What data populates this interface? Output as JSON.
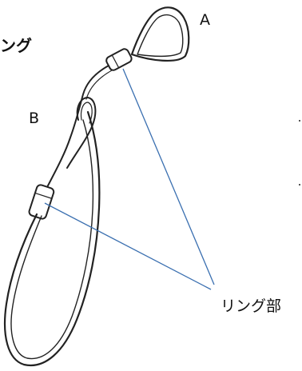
{
  "labels": {
    "title_fragment": "ング",
    "loop_a": "A",
    "loop_b": "B",
    "ring_part": "リング部"
  },
  "colors": {
    "wire": "#222222",
    "leader_line": "#3a6fb0"
  }
}
